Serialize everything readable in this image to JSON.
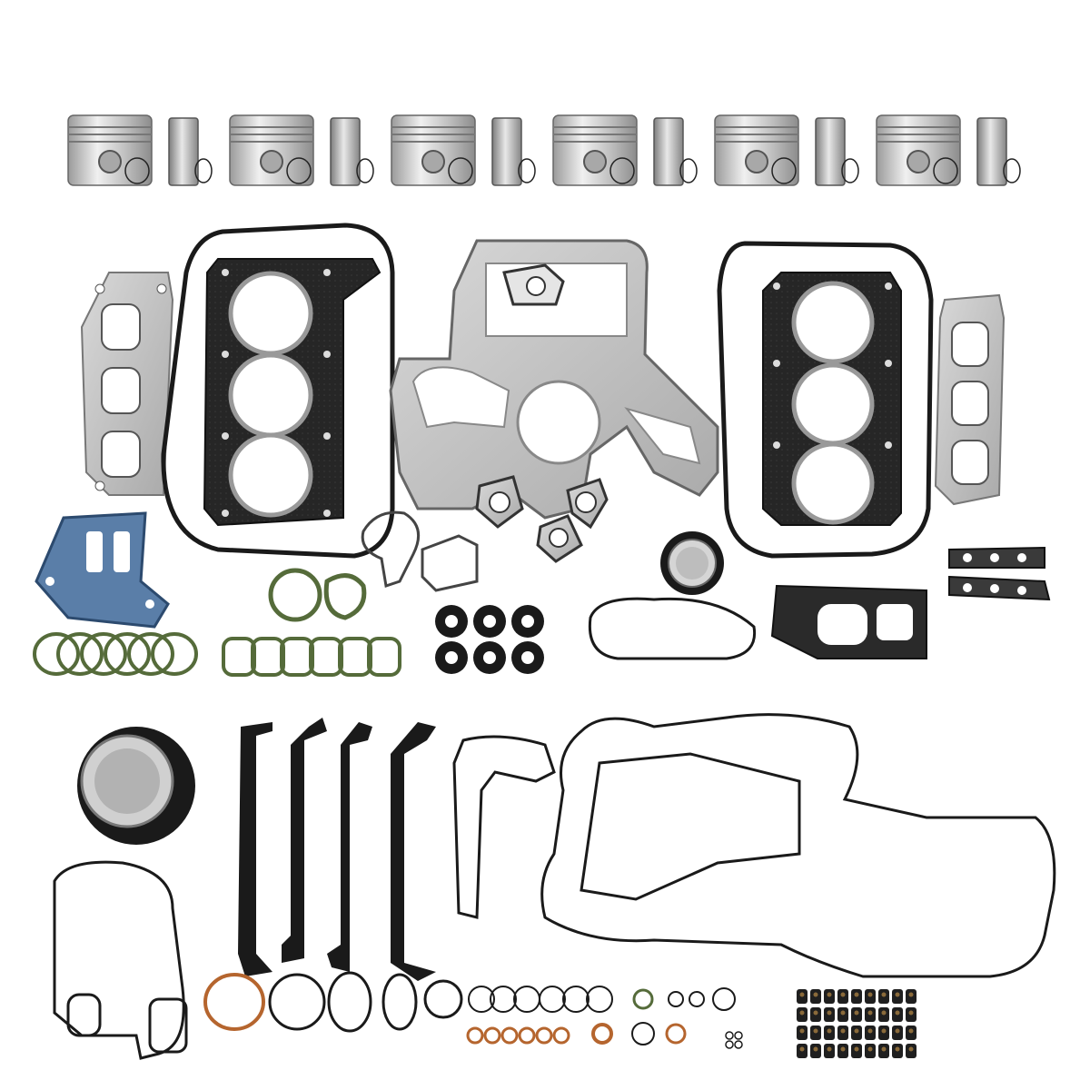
{
  "image": {
    "subject": "engine-rebuild-kit",
    "background": "#ffffff",
    "colors": {
      "gasket_black": "#1a1a1a",
      "metal_grey": "#b8b8b8",
      "metal_dark": "#8a8a8a",
      "metal_light": "#e6e6e6",
      "blue_gasket": "#5a7ea8",
      "green_ring": "#556b3a",
      "copper": "#b5652e",
      "piston_silver": "#c9c9c9"
    },
    "counts": {
      "pistons": 6,
      "piston_pins": 6,
      "head_gaskets": 2,
      "valve_seals": 36,
      "green_round_rings": 6,
      "green_square_rings": 6
    }
  }
}
